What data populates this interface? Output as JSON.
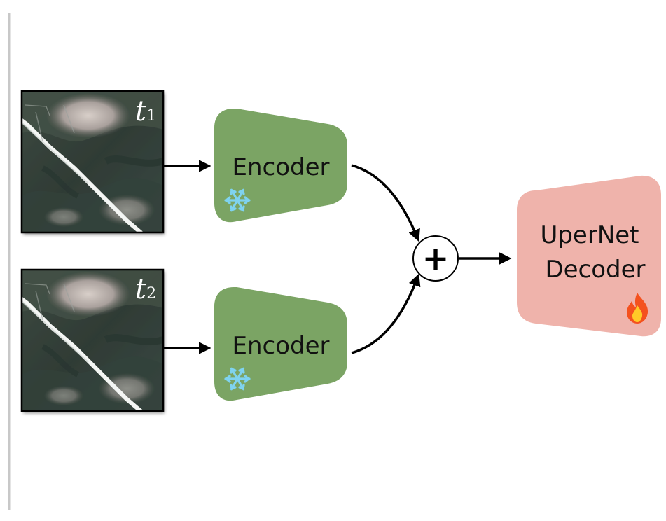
{
  "inputs": [
    {
      "time_label": "t",
      "time_subscript": "1"
    },
    {
      "time_label": "t",
      "time_subscript": "2"
    }
  ],
  "encoders": [
    {
      "label": "Encoder",
      "status_icon": "snowflake-icon"
    },
    {
      "label": "Encoder",
      "status_icon": "snowflake-icon"
    }
  ],
  "fusion": {
    "symbol": "+"
  },
  "decoder": {
    "line1": "UperNet",
    "line2": "Decoder",
    "status_icon": "fire-icon"
  },
  "colors": {
    "encoder_fill": "#7ba464",
    "decoder_fill": "#efb3ab",
    "arrow": "#000000",
    "left_rule": "#c8c8c8"
  }
}
